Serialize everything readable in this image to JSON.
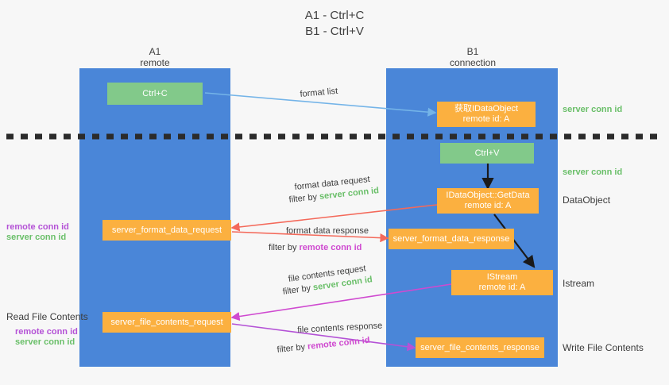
{
  "title": {
    "line1": "A1 - Ctrl+C",
    "line2": "B1 - Ctrl+V"
  },
  "columns": {
    "left": {
      "name": "A1",
      "role": "remote"
    },
    "right": {
      "name": "B1",
      "role": "connection"
    }
  },
  "boxes": {
    "ctrl_c": "Ctrl+C",
    "ctrl_v": "Ctrl+V",
    "get_idataobject": {
      "line1": "获取IDataObject",
      "line2": "remote id: A"
    },
    "idataobject_getdata": {
      "line1": "IDataObject::GetData",
      "line2": "remote id: A"
    },
    "istream": {
      "line1": "IStream",
      "line2": "remote id: A"
    },
    "server_format_data_request": "server_format_data_request",
    "server_format_data_response": "server_format_data_response",
    "server_file_contents_request": "server_file_contents_request",
    "server_file_contents_response": "server_file_contents_response"
  },
  "side_labels": {
    "server_conn_id_top": "server conn id",
    "server_conn_id_mid": "server conn id",
    "dataobject": "DataObject",
    "istream": "Istream",
    "write_file_contents": "Write File Contents",
    "read_file_contents": "Read File Contents"
  },
  "left_filters": {
    "format": {
      "remote": "remote conn id",
      "server": "server conn id"
    },
    "file": {
      "remote": "remote conn id",
      "server": "server conn id"
    }
  },
  "arrow_labels": {
    "format_list": "format list",
    "format_data_request": {
      "line1": "format data request",
      "prefix": "filter by ",
      "conn": "server conn id"
    },
    "format_data_response": {
      "line1": "format data response",
      "prefix": "filter by ",
      "conn": "remote conn id"
    },
    "file_contents_request": {
      "line1": "file contents request",
      "prefix": "filter by ",
      "conn": "server conn id"
    },
    "file_contents_response": {
      "line1": "file contents response",
      "prefix": "filter by ",
      "conn": "remote conn id"
    }
  },
  "colors": {
    "lane": "#4a86d8",
    "green_box": "#82c98a",
    "orange_box": "#fbb040",
    "green_text": "#6abf69",
    "purple_text": "#b452d6",
    "magenta": "#cf4ad0",
    "red_arrow": "#f4695a",
    "blue_arrow": "#74b4e8",
    "black_arrow": "#1a1a1a"
  }
}
